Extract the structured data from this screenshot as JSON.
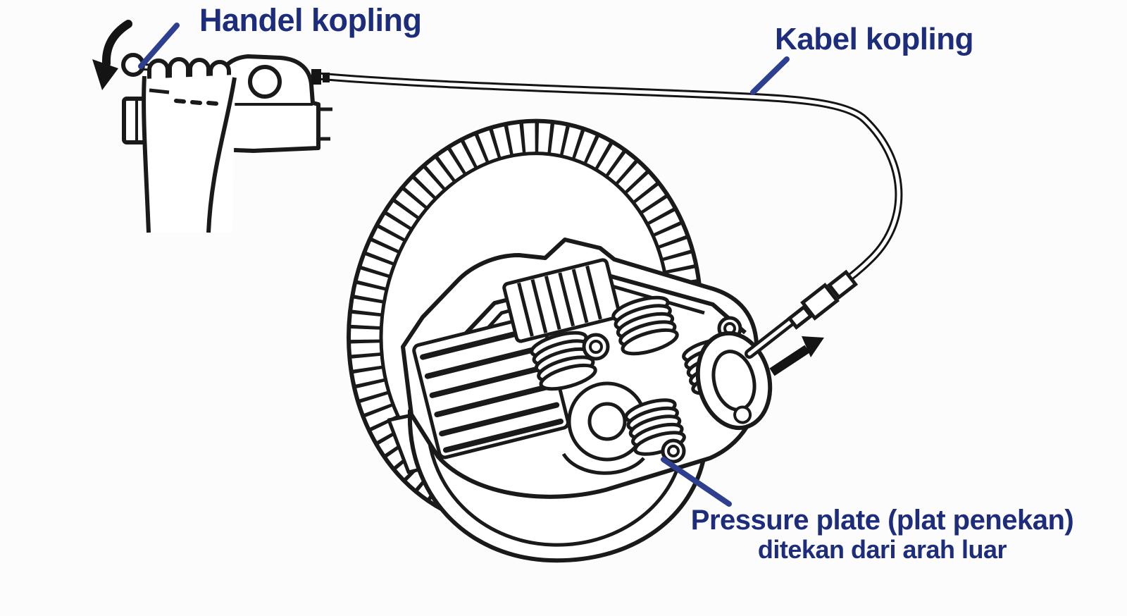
{
  "diagram": {
    "labels": {
      "lever": "Handel kopling",
      "cable": "Kabel kopling",
      "pressure_line1": "Pressure plate (plat penekan)",
      "pressure_line2": "ditekan dari arah luar"
    },
    "arrows": {
      "lever_pull": "curved black arrow pointing down-left at lever ball end",
      "cable_pull": "straight black arrow pointing up-right at cable release end"
    },
    "parts": [
      "hand-gripping-lever",
      "handlebar-grip",
      "clutch-lever",
      "lever-bracket",
      "clutch-cable",
      "cable-adjuster-fittings",
      "primary-driven-gear",
      "clutch-housing",
      "clutch-springs",
      "spring-bolts",
      "pressure-plate",
      "release-rod"
    ],
    "colors": {
      "background": "#fcfcfc",
      "line_art": "#1a1a1a",
      "label_text": "#1d2d7c",
      "leader_line": "#2d3f8e"
    }
  }
}
